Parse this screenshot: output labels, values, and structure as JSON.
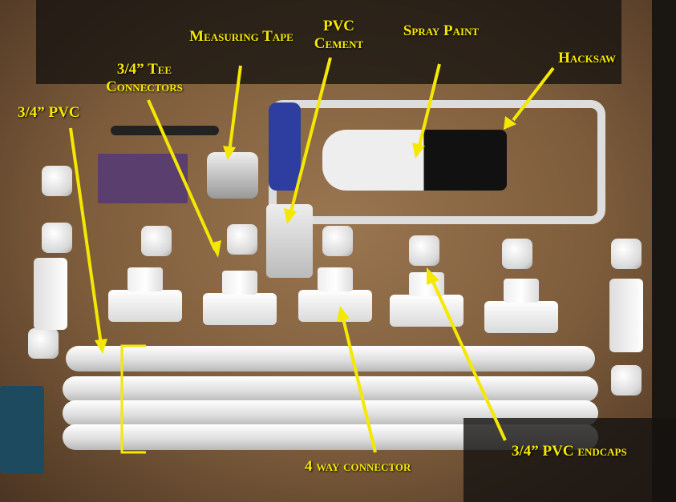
{
  "labels": {
    "measuring_tape": "Measuring Tape",
    "pvc_cement": "PVC Cement",
    "spray_paint": "Spray Paint",
    "hacksaw": "Hacksaw",
    "tee_connectors": "3/4” Tee Connectors",
    "pvc": "3/4” PVC",
    "four_way": "4 way connector",
    "endcaps": "3/4” PVC endcaps"
  },
  "colors": {
    "annotation": "#f5e800",
    "board": "#8a6845"
  }
}
